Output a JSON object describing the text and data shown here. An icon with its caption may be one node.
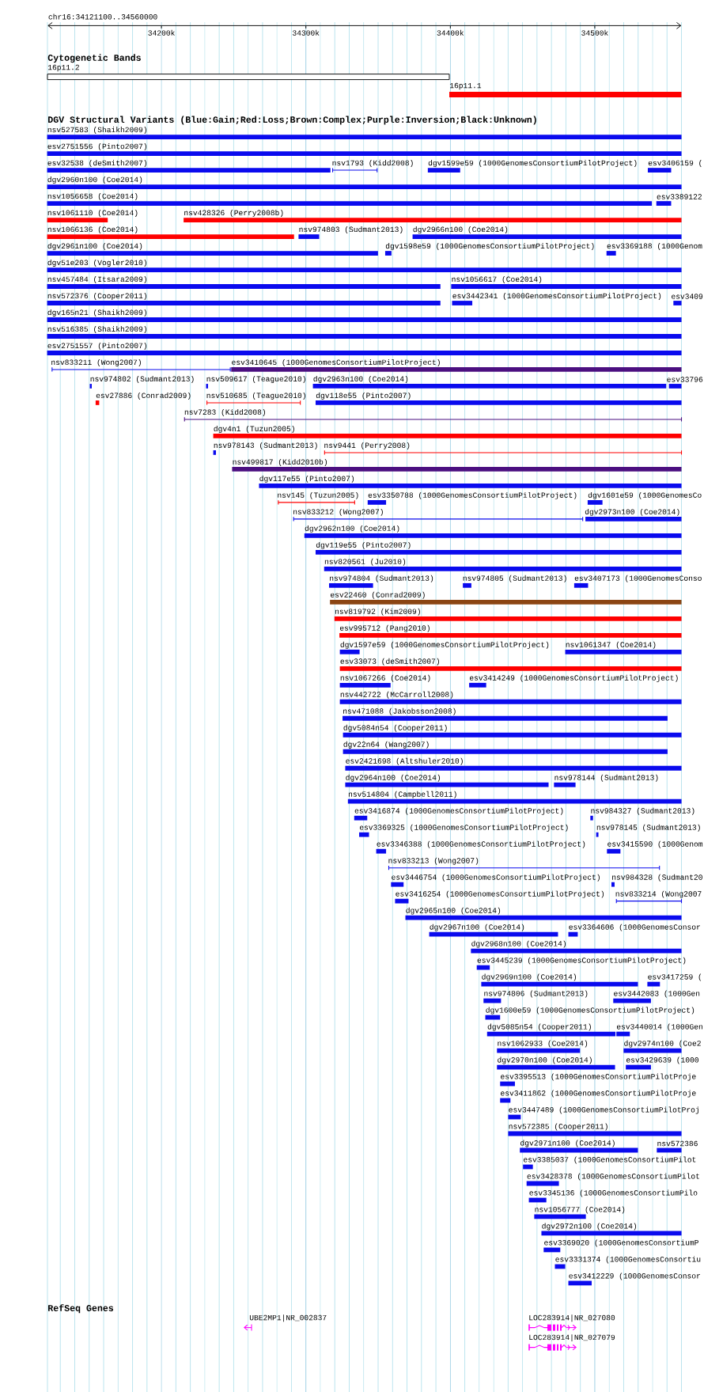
{
  "diagram": {
    "labels": [
      "chr16:34121100..34560000",
      "34200k",
      "34300k",
      "34400k",
      "34500k",
      "Cytogenetic Bands",
      "16p11.2",
      "16p11.1",
      "DGV Structural Variants (Blue:Gain;Red:Loss;Brown:Complex;Purple:Inversion;Black:Unknown)",
      "nsv527583 (Shaikh2009)",
      "esv2751556 (Pinto2007)",
      "esv32538 (deSmith2007)",
      "nsv1793 (Kidd2008)",
      "dgv1599e59 (1000GenomesConsortiumPilotProject)",
      "esv3406159 (",
      "dgv2960n100 (Coe2014)",
      "nsv1056658 (Coe2014)",
      "esv3389122",
      "nsv1061110 (Coe2014)",
      "nsv428326 (Perry2008b)",
      "nsv1066136 (Coe2014)",
      "nsv974803 (Sudmant2013)",
      "dgv2966n100 (Coe2014)",
      "dgv2961n100 (Coe2014)",
      "dgv1598e59 (1000GenomesConsortiumPilotProject)",
      "esv3369188 (1000Genom",
      "dgv51e203 (Vogler2010)",
      "nsv457484 (Itsara2009)",
      "nsv1056617 (Coe2014)",
      "nsv572376 (Cooper2011)",
      "esv3442341 (1000GenomesConsortiumPilotProject)",
      "esv3409",
      "dgv165n21 (Shaikh2009)",
      "nsv516385 (Shaikh2009)",
      "esv2751557 (Pinto2007)",
      "nsv833211 (Wong2007)",
      "esv3410645 (1000GenomesConsortiumPilotProject)",
      "nsv974802 (Sudmant2013)",
      "nsv509617 (Teague2010)",
      "dgv2963n100 (Coe2014)",
      "esv33796",
      "esv27886 (Conrad2009)",
      "nsv510685 (Teague2010)",
      "dgv118e55 (Pinto2007)",
      "nsv7283 (Kidd2008)",
      "dgv4n1 (Tuzun2005)",
      "nsv978143 (Sudmant2013)",
      "nsv9441 (Perry2008)",
      "nsv499817 (Kidd2010b)",
      "dgv117e55 (Pinto2007)",
      "nsv145 (Tuzun2005)",
      "esv3350788 (1000GenomesConsortiumPilotProject)",
      "dgv1601e59 (1000GenomesCo",
      "nsv833212 (Wong2007)",
      "dgv2973n100 (Coe2014)",
      "dgv2962n100 (Coe2014)",
      "dgv119e55 (Pinto2007)",
      "nsv820561 (Ju2010)",
      "nsv974804 (Sudmant2013)",
      "nsv974805 (Sudmant2013)",
      "esv3407173 (1000GenomesConso",
      "esv22460 (Conrad2009)",
      "nsv819792 (Kim2009)",
      "esv995712 (Pang2010)",
      "dgv1597e59 (1000GenomesConsortiumPilotProject)",
      "nsv1061347 (Coe2014)",
      "esv33073 (deSmith2007)",
      "nsv1067266 (Coe2014)",
      "esv3414249 (1000GenomesConsortiumPilotProject)",
      "nsv442722 (McCarroll2008)",
      "nsv471088 (Jakobsson2008)",
      "dgv5084n54 (Cooper2011)",
      "dgv22n64 (Wang2007)",
      "esv2421698 (Altshuler2010)",
      "dgv2964n100 (Coe2014)",
      "nsv978144 (Sudmant2013)",
      "nsv514804 (Campbell2011)",
      "esv3416874 (1000GenomesConsortiumPilotProject)",
      "nsv984327 (Sudmant2013)",
      "esv3369325 (1000GenomesConsortiumPilotProject)",
      "nsv978145 (Sudmant2013)",
      "esv3346388 (1000GenomesConsortiumPilotProject)",
      "esv3415590 (1000Genom",
      "nsv833213 (Wong2007)",
      "esv3446754 (1000GenomesConsortiumPilotProject)",
      "nsv984328 (Sudmant20",
      "esv3416254 (1000GenomesConsortiumPilotProject)",
      "nsv833214 (Wong2007",
      "dgv2965n100 (Coe2014)",
      "dgv2967n100 (Coe2014)",
      "esv3364606 (1000GenomesConsor",
      "dgv2968n100 (Coe2014)",
      "esv3445239 (1000GenomesConsortiumPilotProject)",
      "dgv2969n100 (Coe2014)",
      "esv3417259 (",
      "nsv974806 (Sudmant2013)",
      "esv3442083 (1000Gen",
      "dgv1600e59 (1000GenomesConsortiumPilotProject)",
      "dgv5085n54 (Cooper2011)",
      "esv3440014 (1000Gen",
      "nsv1062933 (Coe2014)",
      "dgv2974n100 (Coe2",
      "dgv2970n100 (Coe2014)",
      "esv3429639 (1000",
      "esv3395513 (1000GenomesConsortiumPilotProje",
      "esv3411862 (1000GenomesConsortiumPilotProje",
      "esv3447489 (1000GenomesConsortiumPilotProj",
      "nsv572385 (Cooper2011)",
      "dgv2971n100 (Coe2014)",
      "nsv572386",
      "esv3385037 (1000GenomesConsortiumPilot",
      "esv3428378 (1000GenomesConsortiumPilot",
      "esv3345136 (1000GenomesConsortiumPilo",
      "nsv1056777 (Coe2014)",
      "dgv2972n100 (Coe2014)",
      "esv3369020 (1000GenomesConsortiumP",
      "esv3331374 (1000GenomesConsortiu",
      "esv3412229 (1000GenomesConsor",
      "RefSeq Genes",
      "UBE2MP1|NR_002837",
      "LOC283914|NR_027080",
      "LOC283914|NR_027079"
    ]
  }
}
